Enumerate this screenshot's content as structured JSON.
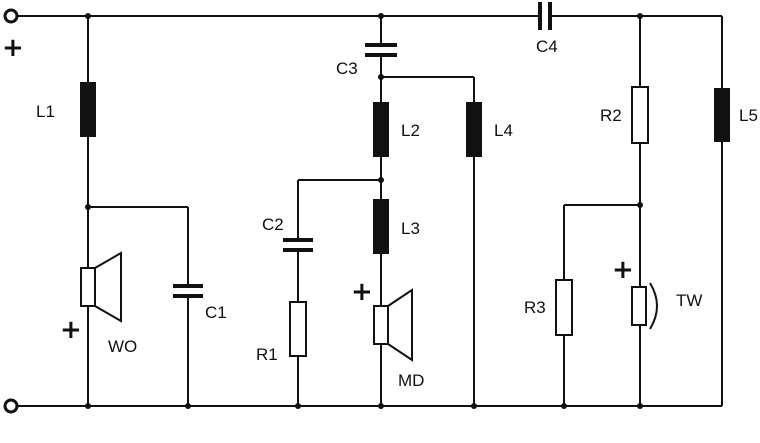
{
  "terminals": {
    "top_polarity": "+"
  },
  "components": {
    "L1": "L1",
    "L2": "L2",
    "L3": "L3",
    "L4": "L4",
    "L5": "L5",
    "C1": "C1",
    "C2": "C2",
    "C3": "C3",
    "C4": "C4",
    "R1": "R1",
    "R2": "R2",
    "R3": "R3"
  },
  "speakers": {
    "woofer": {
      "label": "WO",
      "polarity": "+"
    },
    "midrange": {
      "label": "MD",
      "polarity": "+"
    },
    "tweeter": {
      "label": "TW",
      "polarity": "+"
    }
  },
  "colors": {
    "ink": "#111111",
    "background": "#ffffff"
  }
}
